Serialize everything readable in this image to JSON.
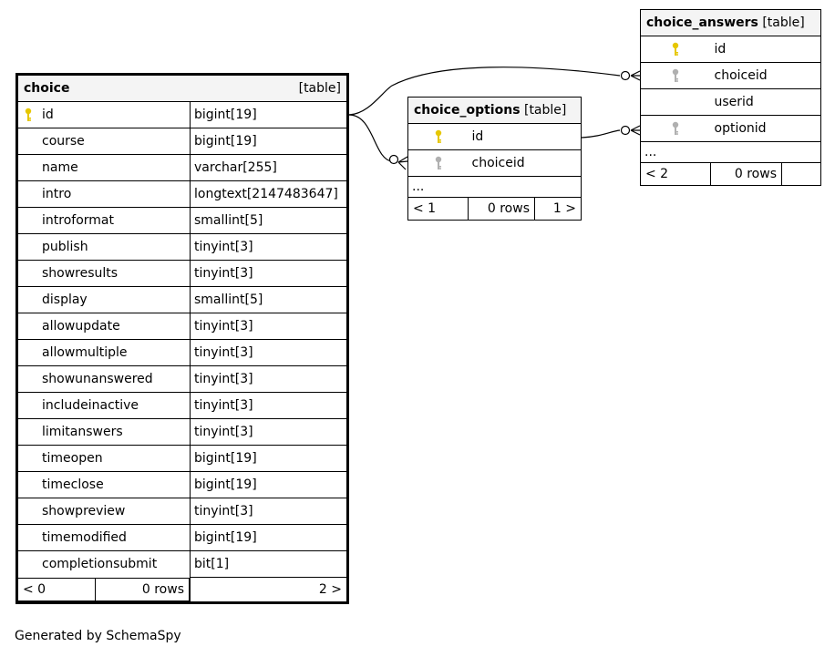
{
  "footer": "Generated by SchemaSpy",
  "colors": {
    "primary_key": "#e6c700",
    "foreign_key": "#b0b0b0",
    "header_bg": "#f4f4f4",
    "line": "#000000"
  },
  "tables": {
    "choice": {
      "name": "choice",
      "kind": "[table]",
      "columns": [
        {
          "name": "id",
          "type": "bigint[19]",
          "key": "primary"
        },
        {
          "name": "course",
          "type": "bigint[19]",
          "key": ""
        },
        {
          "name": "name",
          "type": "varchar[255]",
          "key": ""
        },
        {
          "name": "intro",
          "type": "longtext[2147483647]",
          "key": ""
        },
        {
          "name": "introformat",
          "type": "smallint[5]",
          "key": ""
        },
        {
          "name": "publish",
          "type": "tinyint[3]",
          "key": ""
        },
        {
          "name": "showresults",
          "type": "tinyint[3]",
          "key": ""
        },
        {
          "name": "display",
          "type": "smallint[5]",
          "key": ""
        },
        {
          "name": "allowupdate",
          "type": "tinyint[3]",
          "key": ""
        },
        {
          "name": "allowmultiple",
          "type": "tinyint[3]",
          "key": ""
        },
        {
          "name": "showunanswered",
          "type": "tinyint[3]",
          "key": ""
        },
        {
          "name": "includeinactive",
          "type": "tinyint[3]",
          "key": ""
        },
        {
          "name": "limitanswers",
          "type": "tinyint[3]",
          "key": ""
        },
        {
          "name": "timeopen",
          "type": "bigint[19]",
          "key": ""
        },
        {
          "name": "timeclose",
          "type": "bigint[19]",
          "key": ""
        },
        {
          "name": "showpreview",
          "type": "tinyint[3]",
          "key": ""
        },
        {
          "name": "timemodified",
          "type": "bigint[19]",
          "key": ""
        },
        {
          "name": "completionsubmit",
          "type": "bit[1]",
          "key": ""
        }
      ],
      "footer": {
        "parents": "< 0",
        "rows": "0 rows",
        "children": "2 >"
      }
    },
    "choice_options": {
      "name": "choice_options",
      "kind": "[table]",
      "columns": [
        {
          "name": "id",
          "key": "primary"
        },
        {
          "name": "choiceid",
          "key": "foreign"
        }
      ],
      "ellipsis": "...",
      "footer": {
        "parents": "< 1",
        "rows": "0 rows",
        "children": "1 >"
      }
    },
    "choice_answers": {
      "name": "choice_answers",
      "kind": "[table]",
      "columns": [
        {
          "name": "id",
          "key": "primary"
        },
        {
          "name": "choiceid",
          "key": "foreign"
        },
        {
          "name": "userid",
          "key": ""
        },
        {
          "name": "optionid",
          "key": "foreign"
        }
      ],
      "ellipsis": "...",
      "footer": {
        "parents": "< 2",
        "rows": "0 rows",
        "children": ""
      }
    }
  },
  "relationships": [
    {
      "from": "choice.id",
      "to": "choice_options.choiceid"
    },
    {
      "from": "choice.id",
      "to": "choice_answers.choiceid"
    },
    {
      "from": "choice_options.id",
      "to": "choice_answers.optionid"
    }
  ]
}
